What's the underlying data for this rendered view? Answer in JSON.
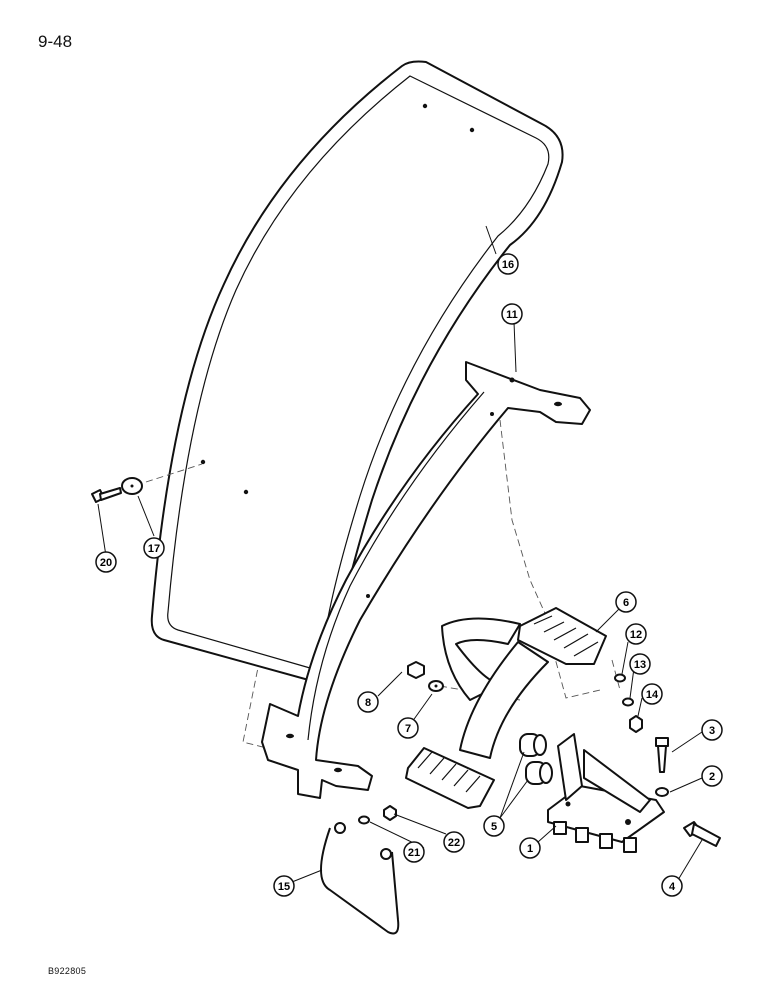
{
  "page": {
    "number": "9-48",
    "figure_code": "B922805"
  },
  "callouts": [
    {
      "id": "c1",
      "label": "1"
    },
    {
      "id": "c2",
      "label": "2"
    },
    {
      "id": "c3",
      "label": "3"
    },
    {
      "id": "c4",
      "label": "4"
    },
    {
      "id": "c5",
      "label": "5"
    },
    {
      "id": "c6",
      "label": "6"
    },
    {
      "id": "c7",
      "label": "7"
    },
    {
      "id": "c8",
      "label": "8"
    },
    {
      "id": "c11",
      "label": "11"
    },
    {
      "id": "c12",
      "label": "12"
    },
    {
      "id": "c13",
      "label": "13"
    },
    {
      "id": "c14",
      "label": "14"
    },
    {
      "id": "c15",
      "label": "15"
    },
    {
      "id": "c16",
      "label": "16"
    },
    {
      "id": "c17",
      "label": "17"
    },
    {
      "id": "c20",
      "label": "20"
    },
    {
      "id": "c21",
      "label": "21"
    },
    {
      "id": "c22",
      "label": "22"
    }
  ]
}
